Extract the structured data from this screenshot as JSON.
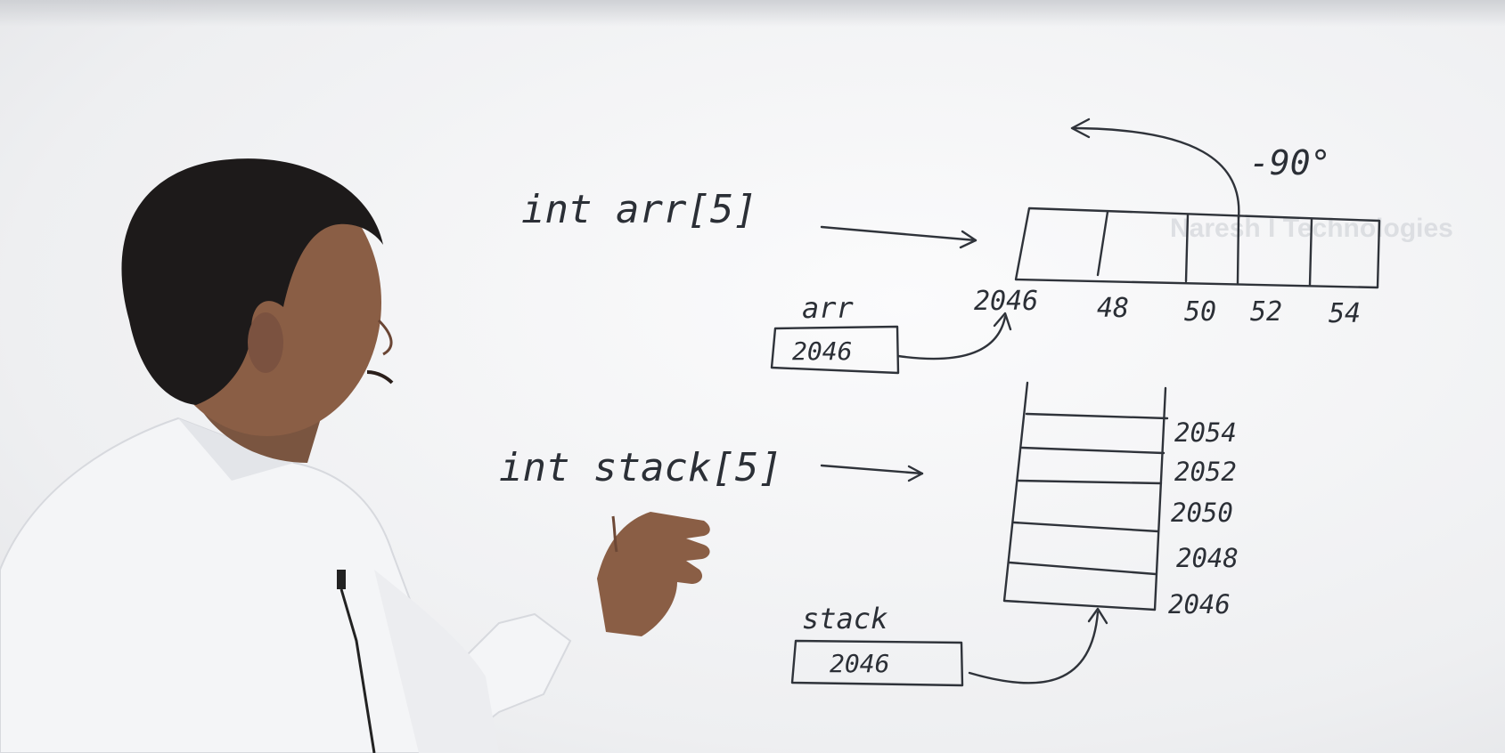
{
  "watermark": "Naresh I Technologies",
  "board": {
    "array_decl": "int arr[5]",
    "array_var_name": "arr",
    "array_var_value": "2046",
    "array_addresses": [
      "2046",
      "48",
      "50",
      "52",
      "54"
    ],
    "rotation_label": "-90°",
    "stack_decl": "int stack[5]",
    "stack_var_name": "stack",
    "stack_var_value": "2046",
    "stack_addresses": [
      "2054",
      "2052",
      "2050",
      "2048",
      "2046"
    ]
  }
}
